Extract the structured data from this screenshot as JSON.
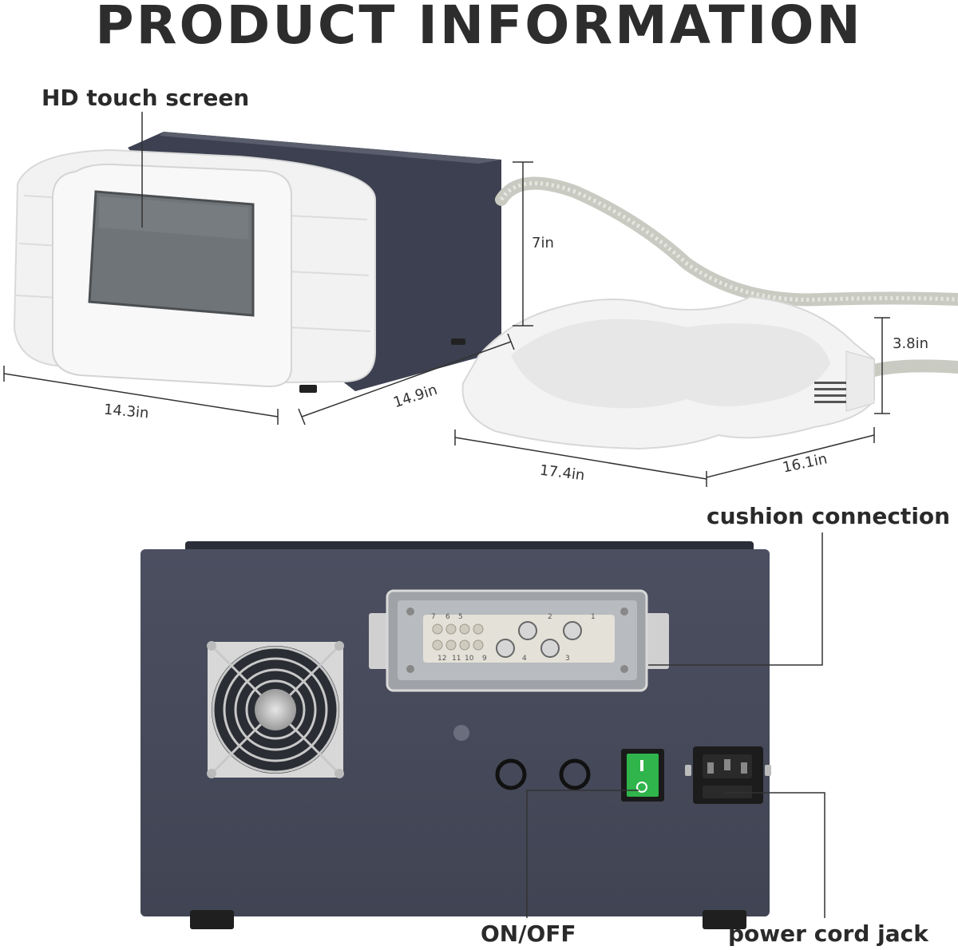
{
  "title": "PRODUCT INFORMATION",
  "callouts": {
    "hd_touch_screen": "HD touch screen",
    "cushion_connection": "cushion connection",
    "on_off": "ON/OFF",
    "power_cord_jack": "power cord jack"
  },
  "dimensions": {
    "main_height": "7in",
    "main_width": "14.3in",
    "main_depth": "14.9in",
    "cushion_height": "3.8in",
    "cushion_width": "17.4in",
    "cushion_depth": "16.1in"
  },
  "connector_pin_numbers": {
    "top": [
      "7",
      "6",
      "5",
      "2",
      "1"
    ],
    "bottom": [
      "12",
      "11",
      "10",
      "9",
      "4",
      "3"
    ]
  },
  "colors": {
    "housing_dark": "#3f4352",
    "front_panel_white": "#f1f1f1",
    "switch_green": "#2fb54b",
    "cable_grey": "#c9cbc2"
  }
}
